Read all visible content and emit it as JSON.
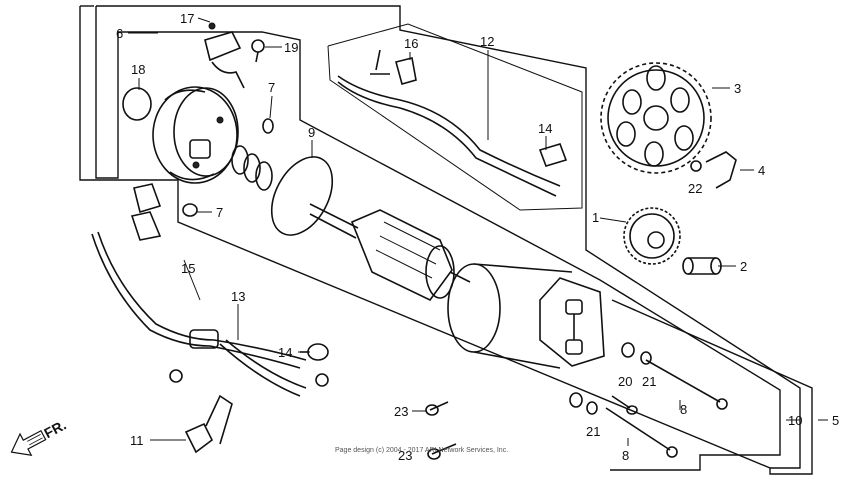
{
  "diagram": {
    "callouts": [
      "1",
      "2",
      "3",
      "4",
      "5",
      "6",
      "7",
      "7",
      "8",
      "8",
      "9",
      "10",
      "11",
      "12",
      "13",
      "14",
      "14",
      "15",
      "16",
      "17",
      "18",
      "19",
      "20",
      "21",
      "21",
      "22",
      "23",
      "23"
    ],
    "direction_label": "FR.",
    "copyright": "Page design (c) 2004 - 2017 ARI Network Services, Inc."
  }
}
